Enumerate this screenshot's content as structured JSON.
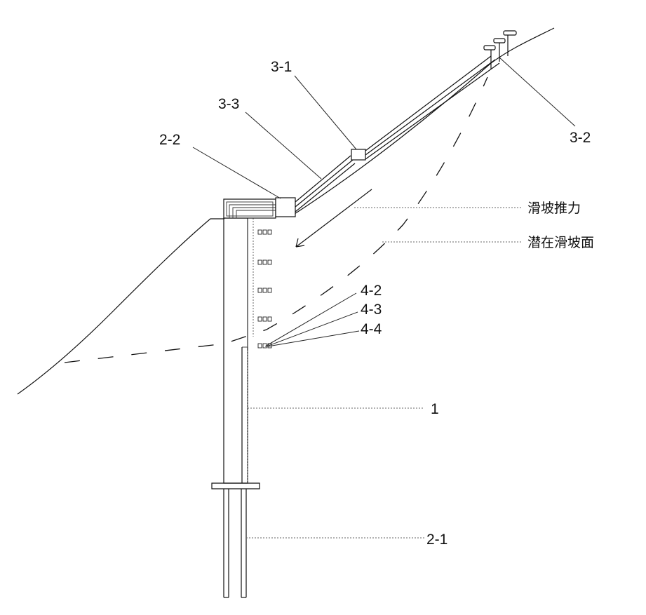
{
  "labels": {
    "l_3_1": "3-1",
    "l_3_2": "3-2",
    "l_3_3": "3-3",
    "l_2_2": "2-2",
    "l_4_2": "4-2",
    "l_4_3": "4-3",
    "l_4_4": "4-4",
    "l_1": "1",
    "l_2_1": "2-1"
  },
  "annotations": {
    "landslide_thrust": "滑坡推力",
    "potential_slip_surface": "潜在滑坡面"
  }
}
